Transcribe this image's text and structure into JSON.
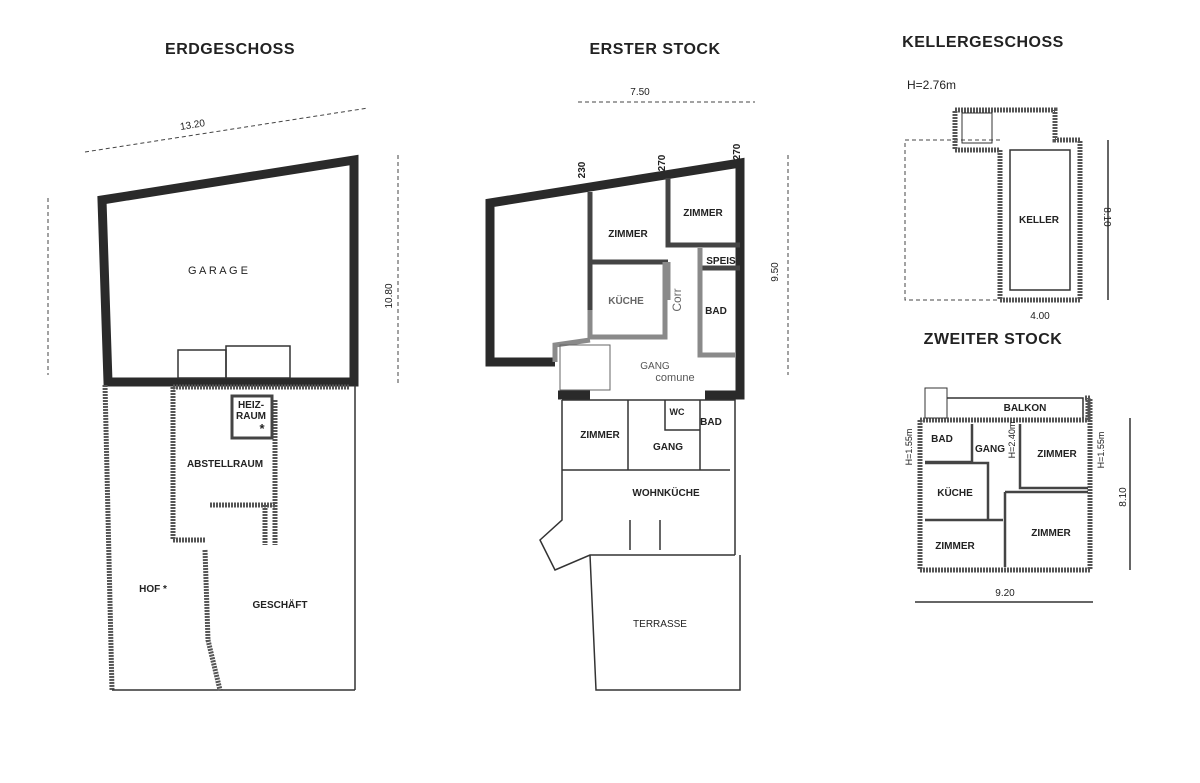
{
  "titles": {
    "ground": "ERDGESCHOSS",
    "first": "ERSTER STOCK",
    "basement": "KELLERGESCHOSS",
    "second": "ZWEITER STOCK"
  },
  "ground_floor": {
    "rooms": {
      "garage": "G A R A G E",
      "heizraum_1": "HEIZ-",
      "heizraum_2": "RAUM",
      "heizraum_mark": "*",
      "abstellraum": "ABSTELLRAUM",
      "hof": "HOF *",
      "geschaeft": "GESCHÄFT"
    },
    "dims": {
      "top": "13.20",
      "right": "10.80"
    }
  },
  "first_floor": {
    "rooms": {
      "zimmer_a": "ZIMMER",
      "zimmer_b": "ZIMMER",
      "speis": "SPEIS",
      "kueche": "KÜCHE",
      "corr": "Corr",
      "bad_a": "BAD",
      "gang_a": "GANG",
      "comune": "comune",
      "zimmer_c": "ZIMMER",
      "wc": "WC",
      "bad_b": "BAD",
      "gang_b": "GANG",
      "wohnkueche": "WOHNKÜCHE",
      "terrasse": "TERRASSE"
    },
    "dims": {
      "top": "7.50",
      "right": "9.50",
      "h1": "230",
      "h2": "270",
      "h3": "270"
    }
  },
  "basement": {
    "height": "H=2.76m",
    "rooms": {
      "keller": "KELLER"
    },
    "dims": {
      "right": "8.10",
      "bottom": "4.00"
    }
  },
  "second_floor": {
    "rooms": {
      "balkon": "BALKON",
      "bad": "BAD",
      "gang": "GANG",
      "zimmer_a": "ZIMMER",
      "kueche": "KÜCHE",
      "zimmer_b": "ZIMMER",
      "zimmer_c": "ZIMMER"
    },
    "heights": {
      "left": "H=1.55m",
      "middle": "H=2.40m",
      "right": "H=1.55m"
    },
    "dims": {
      "right": "8.10",
      "bottom": "9.20"
    }
  }
}
